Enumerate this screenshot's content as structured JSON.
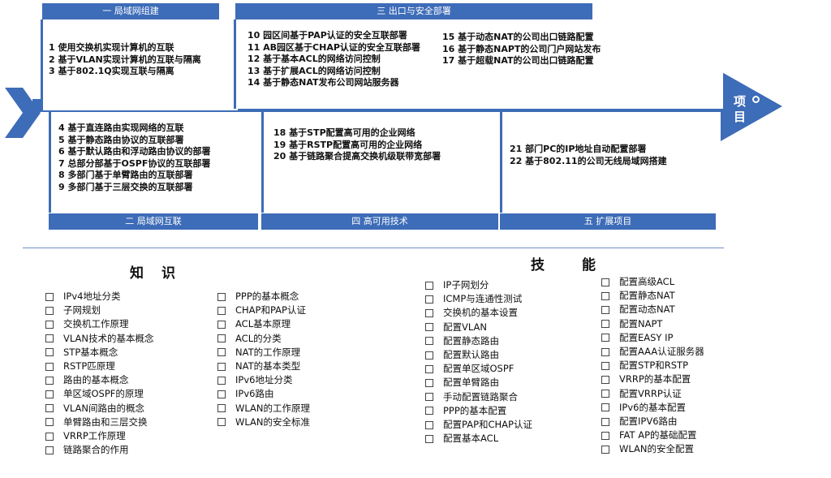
{
  "sections": {
    "s1": {
      "title": "一 局域网组建",
      "items": [
        "1 使用交换机实现计算机的互联",
        "2 基于VLAN实现计算机的互联与隔离",
        "3 基于802.1Q实现互联与隔离"
      ]
    },
    "s2": {
      "title": "二 局域网互联",
      "items": [
        "4 基于直连路由实现网络的互联",
        "5 基于静态路由协议的互联部署",
        "6 基于默认路由和浮动路由协议的部署",
        "7 总部分部基于OSPF协议的互联部署",
        "8 多部门基于单臂路由的互联部署",
        "9 多部门基于三层交换的互联部署"
      ]
    },
    "s3": {
      "title": "三 出口与安全部署",
      "items_a": [
        "10 园区间基于PAP认证的安全互联部署",
        "11 AB园区基于CHAP认证的安全互联部署",
        "12 基于基本ACL的网络访问控制",
        "13 基于扩展ACL的网络访问控制",
        "14 基于静态NAT发布公司网站服务器"
      ],
      "items_b": [
        "15 基于动态NAT的公司出口链路配置",
        "16 基于静态NAPT的公司门户网站发布",
        "17 基于超载NAT的公司出口链路配置"
      ]
    },
    "s4": {
      "title": "四 高可用技术",
      "items": [
        "18 基于STP配置高可用的企业网络",
        "19 基于RSTP配置高可用的企业网络",
        "20 基于链路聚合提高交换机级联带宽部署"
      ]
    },
    "s5": {
      "title": "五 扩展项目",
      "items": [
        "21 部门PC的IP地址自动配置部署",
        "22 基于802.11的公司无线局域网搭建"
      ]
    }
  },
  "arrow_label": "项目",
  "knowledge": {
    "title": "知识",
    "col1": [
      "IPv4地址分类",
      "子网规划",
      "交换机工作原理",
      "VLAN技术的基本概念",
      "STP基本概念",
      "RSTP匹原理",
      "路由的基本概念",
      "单区域OSPF的原理",
      "VLAN间路由的概念",
      "单臂路由和三层交换",
      "VRRP工作原理",
      "链路聚合的作用"
    ],
    "col2": [
      "PPP的基本概念",
      "CHAP和PAP认证",
      "ACL基本原理",
      "ACL的分类",
      "NAT的工作原理",
      "NAT的基本类型",
      "IPv6地址分类",
      "IPv6路由",
      "WLAN的工作原理",
      "WLAN的安全标准"
    ]
  },
  "skills": {
    "title": "技能",
    "col1": [
      "IP子网划分",
      "ICMP与连通性测试",
      "交换机的基本设置",
      "配置VLAN",
      "配置静态路由",
      "配置默认路由",
      "配置单区域OSPF",
      "配置单臂路由",
      "手动配置链路聚合",
      "PPP的基本配置",
      "配置PAP和CHAP认证",
      "配置基本ACL"
    ],
    "col2": [
      "配置高级ACL",
      "配置静态NAT",
      "配置动态NAT",
      "配置NAPT",
      "配置EASY IP",
      "配置AAA认证服务器",
      "配置STP和RSTP",
      "VRRP的基本配置",
      "配置VRRP认证",
      "IPv6的基本配置",
      "配置IPV6路由",
      "FAT AP的基础配置",
      "WLAN的安全配置"
    ]
  },
  "colors": {
    "accent": "#3d6cb8",
    "divider": "#6f90c8"
  }
}
